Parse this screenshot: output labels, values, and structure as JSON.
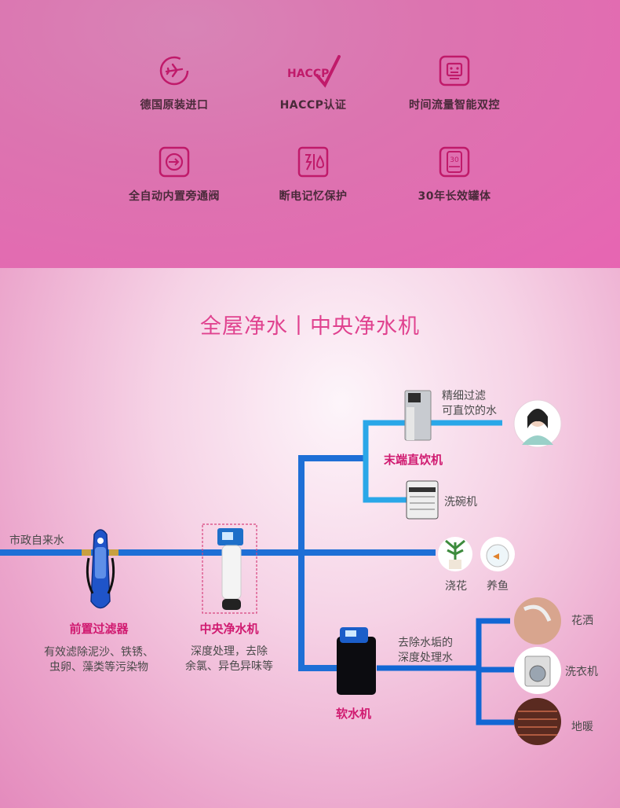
{
  "features": [
    {
      "label": "德国原装进口",
      "icon": "airplane-icon"
    },
    {
      "label": "HACCP认证",
      "icon": "haccp-icon"
    },
    {
      "label": "时间流量智能双控",
      "icon": "robot-icon"
    },
    {
      "label": "全自动内置旁通阀",
      "icon": "valve-icon"
    },
    {
      "label": "断电记忆保护",
      "icon": "power-memory-icon"
    },
    {
      "label": "30年长效罐体",
      "icon": "tank-icon"
    }
  ],
  "haccp_icon_text": "HACCP",
  "tank_icon_text": "30",
  "heading": "全屋净水丨中央净水机",
  "diagram": {
    "source": "市政自来水",
    "prefilter": {
      "title": "前置过滤器",
      "desc1": "有效滤除泥沙、铁锈、",
      "desc2": "虫卵、藻类等污染物"
    },
    "central": {
      "title": "中央净水机",
      "desc1": "深度处理，去除",
      "desc2": "余氯、异色异味等"
    },
    "terminal": {
      "title": "末端直饮机",
      "note1": "精细过滤",
      "note2": "可直饮的水"
    },
    "dishwasher": "洗碗机",
    "watering": "浇花",
    "fish": "养鱼",
    "softener": {
      "title": "软水机",
      "note1": "去除水垢的",
      "note2": "深度处理水"
    },
    "shower": "花洒",
    "washer": "洗衣机",
    "floor_heating": "地暖"
  },
  "colors": {
    "accent": "#e0428f",
    "pipe_blue": "#1e6fd6",
    "pipe_light": "#2aa7e8",
    "label_pink": "#d01a70"
  }
}
